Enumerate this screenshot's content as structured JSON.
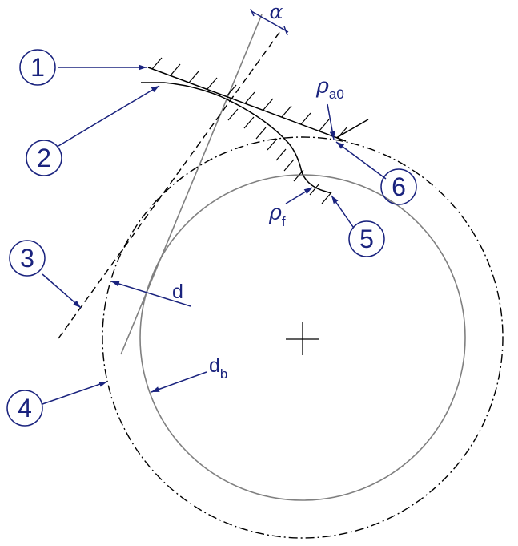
{
  "colors": {
    "annotation": "#1a237e",
    "drawing": "#000000",
    "construction": "#808080"
  },
  "callouts": [
    "1",
    "2",
    "3",
    "4",
    "5",
    "6"
  ],
  "symbols": {
    "alpha": "α",
    "rho": "ρ",
    "rho_a0_sub": "a0",
    "rho_f_sub": "f"
  },
  "dimensions": {
    "d": "d",
    "db_main": "d",
    "db_sub": "b"
  }
}
